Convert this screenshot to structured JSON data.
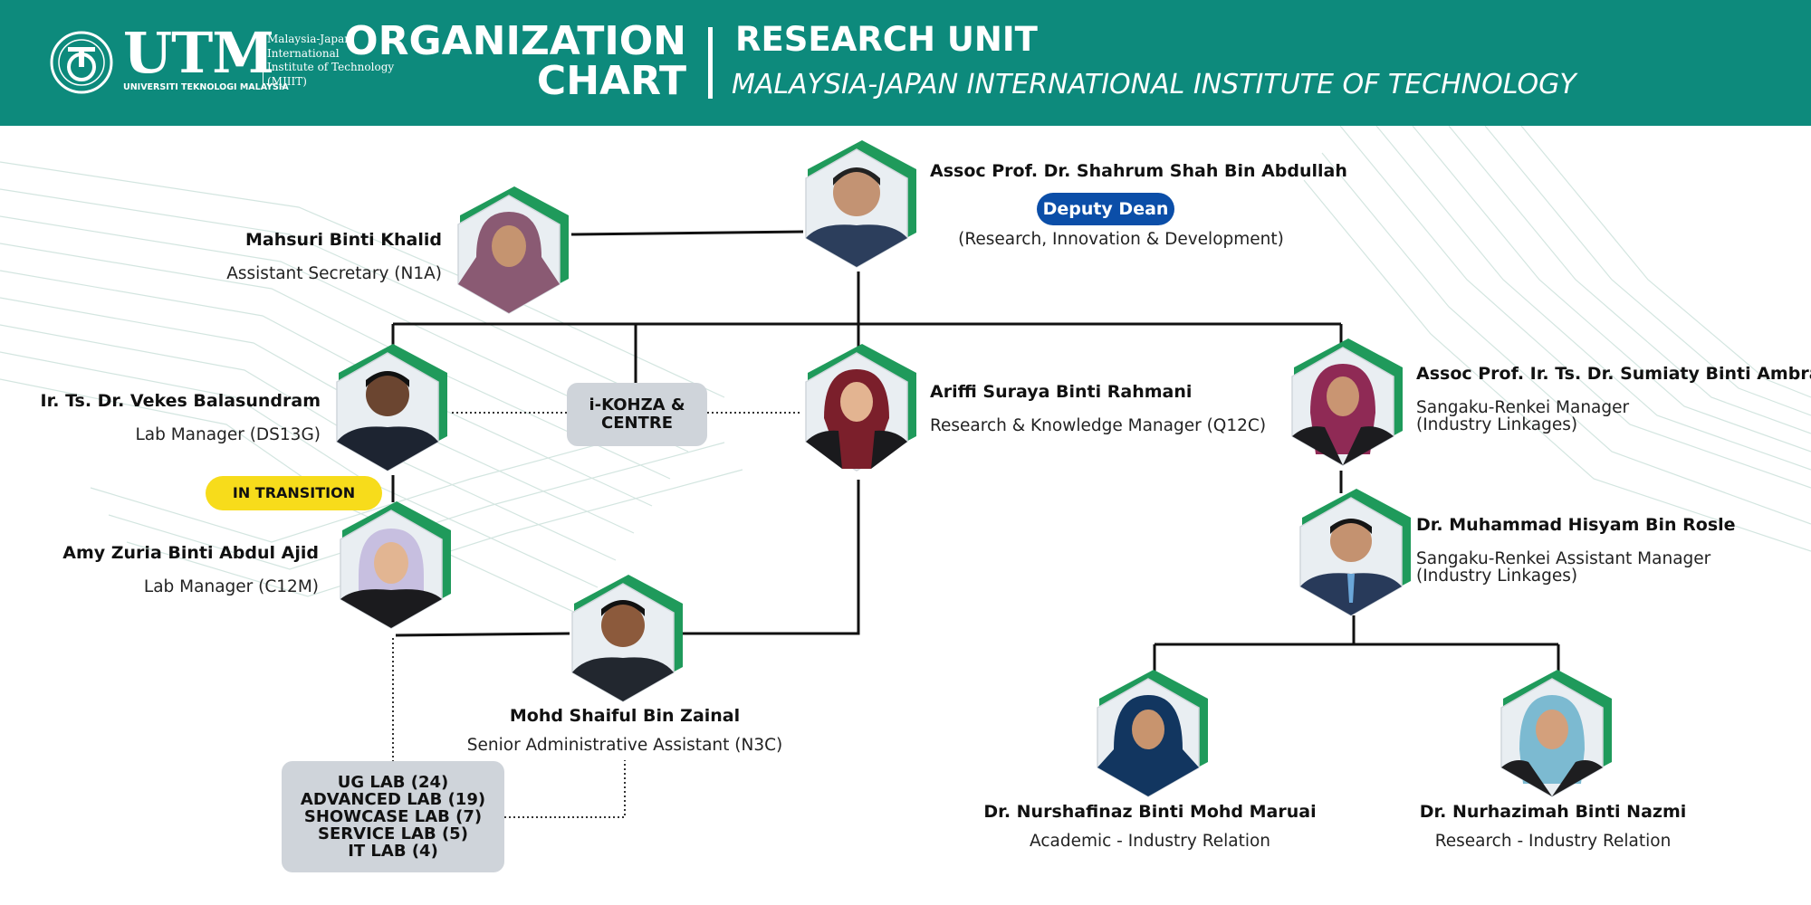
{
  "header": {
    "utm": "UTM",
    "utm_sub": "UNIVERSITI TEKNOLOGI MALAYSIA",
    "mjiit_logo": "Malaysia-Japan\nInternational\nInstitute of Technology\n(MJIIT)",
    "org_title_1": "ORGANIZATION",
    "org_title_2": "CHART",
    "unit_title": "RESEARCH UNIT",
    "institute": "MALAYSIA-JAPAN INTERNATIONAL INSTITUTE OF TECHNOLOGY"
  },
  "colors": {
    "header": "#0d8a7c",
    "accent_green": "#1f9a5b",
    "deputy_badge": "#0b4ea8",
    "transition_badge": "#f7dc1b",
    "box_grey": "#cfd4da"
  },
  "people": {
    "deputy": {
      "name": "Assoc Prof. Dr. Shahrum Shah Bin Abdullah",
      "badge": "Deputy Dean",
      "role": "(Research, Innovation & Development)"
    },
    "secretary": {
      "name": "Mahsuri Binti Khalid",
      "role": "Assistant Secretary (N1A)"
    },
    "vekes": {
      "name": "Ir. Ts. Dr. Vekes Balasundram",
      "role": "Lab Manager (DS13G)"
    },
    "transition": "IN TRANSITION",
    "amy": {
      "name": "Amy Zuria Binti Abdul Ajid",
      "role": "Lab Manager (C12M)"
    },
    "ariffi": {
      "name": "Ariffi Suraya Binti Rahmani",
      "role": "Research & Knowledge Manager (Q12C)"
    },
    "shaiful": {
      "name": "Mohd Shaiful Bin Zainal",
      "role": "Senior Administrative Assistant (N3C)"
    },
    "sumiaty": {
      "name": "Assoc Prof. Ir. Ts. Dr. Sumiaty Binti Ambran",
      "role": "Sangaku-Renkei Manager\n(Industry Linkages)"
    },
    "hisyam": {
      "name": "Dr. Muhammad Hisyam Bin Rosle",
      "role": "Sangaku-Renkei Assistant Manager\n(Industry Linkages)"
    },
    "nurshafinaz": {
      "name": "Dr. Nurshafinaz Binti Mohd Maruai",
      "role": "Academic - Industry Relation"
    },
    "nurhazimah": {
      "name": "Dr. Nurhazimah Binti Nazmi",
      "role": "Research - Industry Relation"
    }
  },
  "boxes": {
    "ikohza": [
      "i-KOHZA &",
      "CENTRE"
    ],
    "labs": [
      "UG LAB (24)",
      "ADVANCED LAB (19)",
      "SHOWCASE LAB (7)",
      "SERVICE LAB (5)",
      "IT LAB (4)"
    ]
  }
}
